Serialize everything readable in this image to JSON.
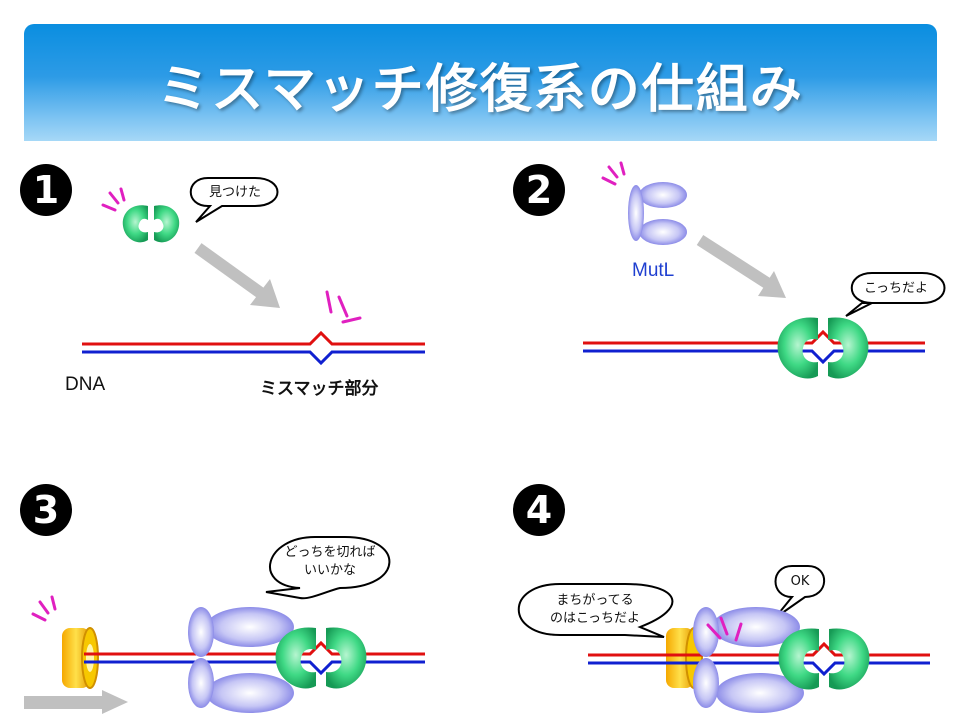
{
  "title": "ミスマッチ修復系の仕組み",
  "steps": [
    {
      "number": "1",
      "bubble": "見つけた",
      "labels": {
        "dna": "DNA",
        "mismatch": "ミスマッチ部分"
      }
    },
    {
      "number": "2",
      "bubble": "こっちだよ",
      "labels": {
        "protein": "MutL"
      }
    },
    {
      "number": "3",
      "bubble_lines": [
        "どっちを切れば",
        "いいかな"
      ]
    },
    {
      "number": "4",
      "bubble_left_lines": [
        "まちがってる",
        "のはこっちだよ"
      ],
      "bubble_right": "OK"
    }
  ],
  "colors": {
    "banner": "#0a8ee0",
    "strand_top": "#e01010",
    "strand_bottom": "#1020d0",
    "mutS": "#2ecf7a",
    "mutL": "#b8b8f0",
    "ring": "#f5b800",
    "sparkle": "#e020c0",
    "arrow": "#c0c0c0"
  },
  "icons": [
    "sparkle-icon",
    "arrow-icon",
    "speech-bubble-icon"
  ]
}
